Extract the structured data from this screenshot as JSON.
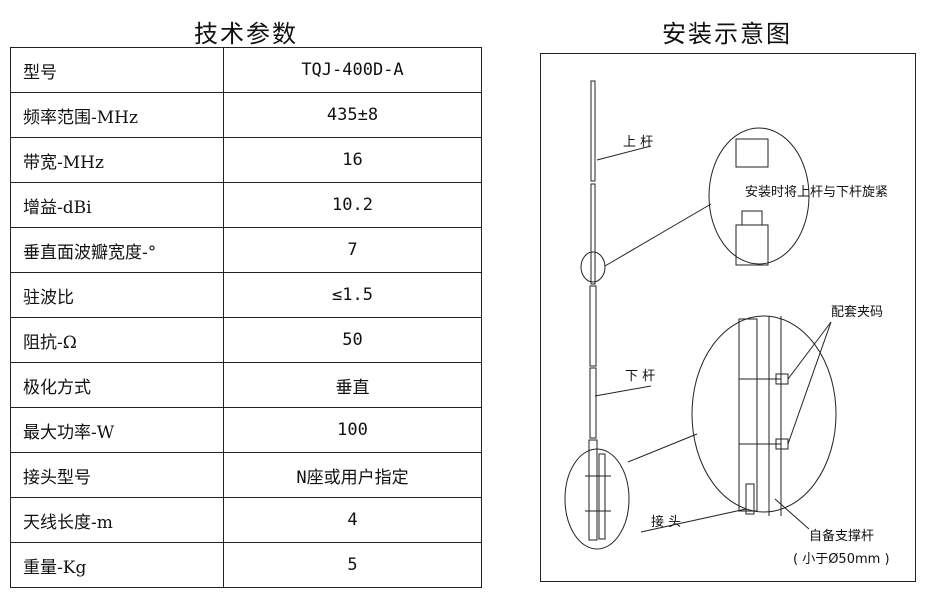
{
  "titles": {
    "spec": "技术参数",
    "drawing": "安装示意图"
  },
  "spec_rows": [
    {
      "label": "型号",
      "value": "TQJ-400D-A"
    },
    {
      "label": "频率范围-MHz",
      "value": "435±8"
    },
    {
      "label": "带宽-MHz",
      "value": "16"
    },
    {
      "label": "增益-dBi",
      "value": "10.2"
    },
    {
      "label": "垂直面波瓣宽度-°",
      "value": "7"
    },
    {
      "label": "驻波比",
      "value": "≤1.5"
    },
    {
      "label": "阻抗-Ω",
      "value": "50"
    },
    {
      "label": "极化方式",
      "value": "垂直"
    },
    {
      "label": "最大功率-W",
      "value": "100"
    },
    {
      "label": "接头型号",
      "value": "N座或用户指定"
    },
    {
      "label": "天线长度-m",
      "value": "4"
    },
    {
      "label": "重量-Kg",
      "value": "5"
    }
  ],
  "drawing_labels": {
    "upper_rod": "上 杆",
    "lower_rod": "下 杆",
    "tighten_note": "安装时将上杆与下杆旋紧",
    "clamps": "配套夹码",
    "connector": "接 头",
    "support_pole": "自备支撑杆",
    "support_pole_size": "( 小于Ø50mm )"
  }
}
